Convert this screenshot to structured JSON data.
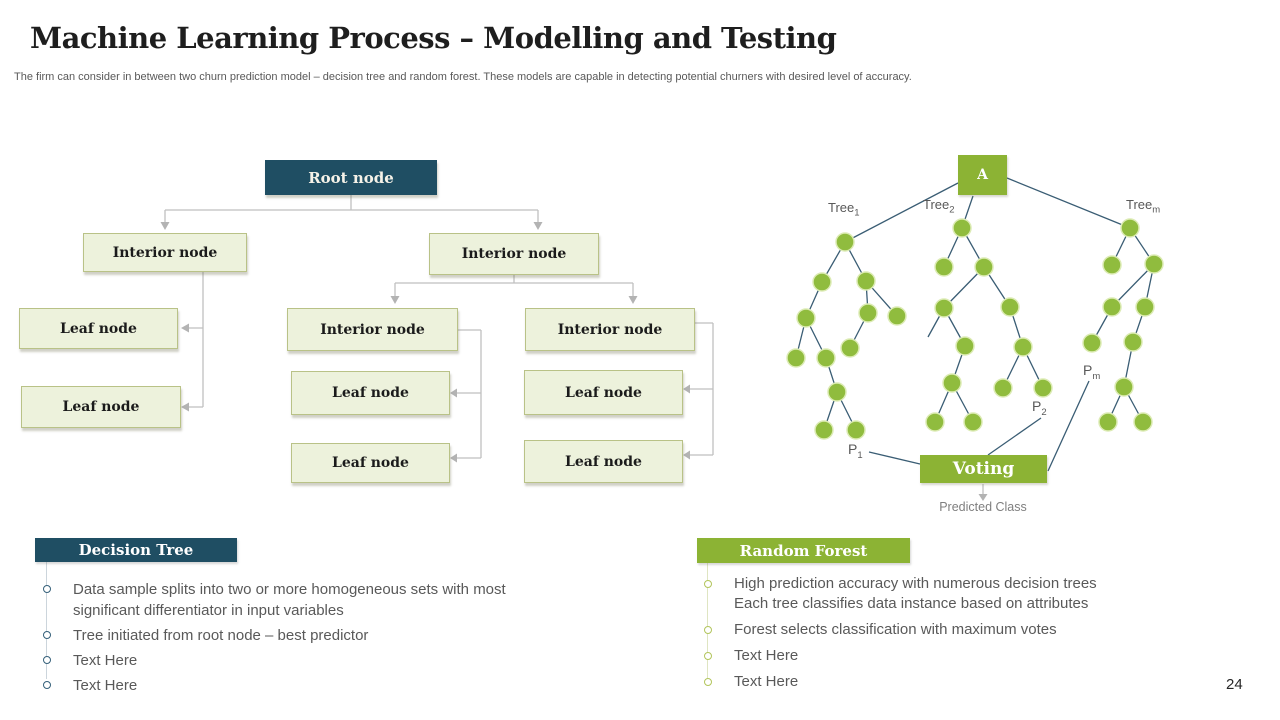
{
  "slide": {
    "title": "Machine Learning Process – Modelling and Testing",
    "subtitle": "The firm can consider in between two churn prediction model – decision tree and random forest. These models are capable in detecting potential churners with desired level of accuracy.",
    "page_number": "24"
  },
  "colors": {
    "dark_blue": "#1f4e63",
    "accent_green": "#8cb334",
    "node_circle_green": "#90bc3e",
    "pale_box_fill": "#edf2dc",
    "pale_box_border": "#b9c287",
    "connector_gray": "#bfbfbf",
    "forest_line_blue": "#3a5d74",
    "body_text_gray": "#595959"
  },
  "decision_tree_diagram": {
    "root_label": "Root node",
    "interior_label": "Interior node",
    "leaf_label": "Leaf node"
  },
  "random_forest_diagram": {
    "aggregator_label": "A",
    "tree_labels": [
      {
        "base": "Tree",
        "sub": "1"
      },
      {
        "base": "Tree",
        "sub": "2"
      },
      {
        "base": "Tree",
        "sub": "m"
      }
    ],
    "prediction_labels": [
      {
        "base": "P",
        "sub": "1"
      },
      {
        "base": "P",
        "sub": "2"
      },
      {
        "base": "P",
        "sub": "m"
      }
    ],
    "voting_label": "Voting",
    "predicted_class_label": "Predicted Class"
  },
  "decision_tree_panel": {
    "header": "Decision Tree",
    "bullets": [
      "Data sample splits into two or more homogeneous sets with most significant differentiator in input variables",
      "Tree initiated from root node – best predictor",
      "Text Here",
      "Text Here"
    ]
  },
  "random_forest_panel": {
    "header": "Random Forest",
    "bullets": [
      "High prediction accuracy with numerous decision trees\nEach tree classifies data instance based on attributes",
      "Forest selects classification with maximum votes",
      "Text Here",
      "Text Here"
    ]
  }
}
